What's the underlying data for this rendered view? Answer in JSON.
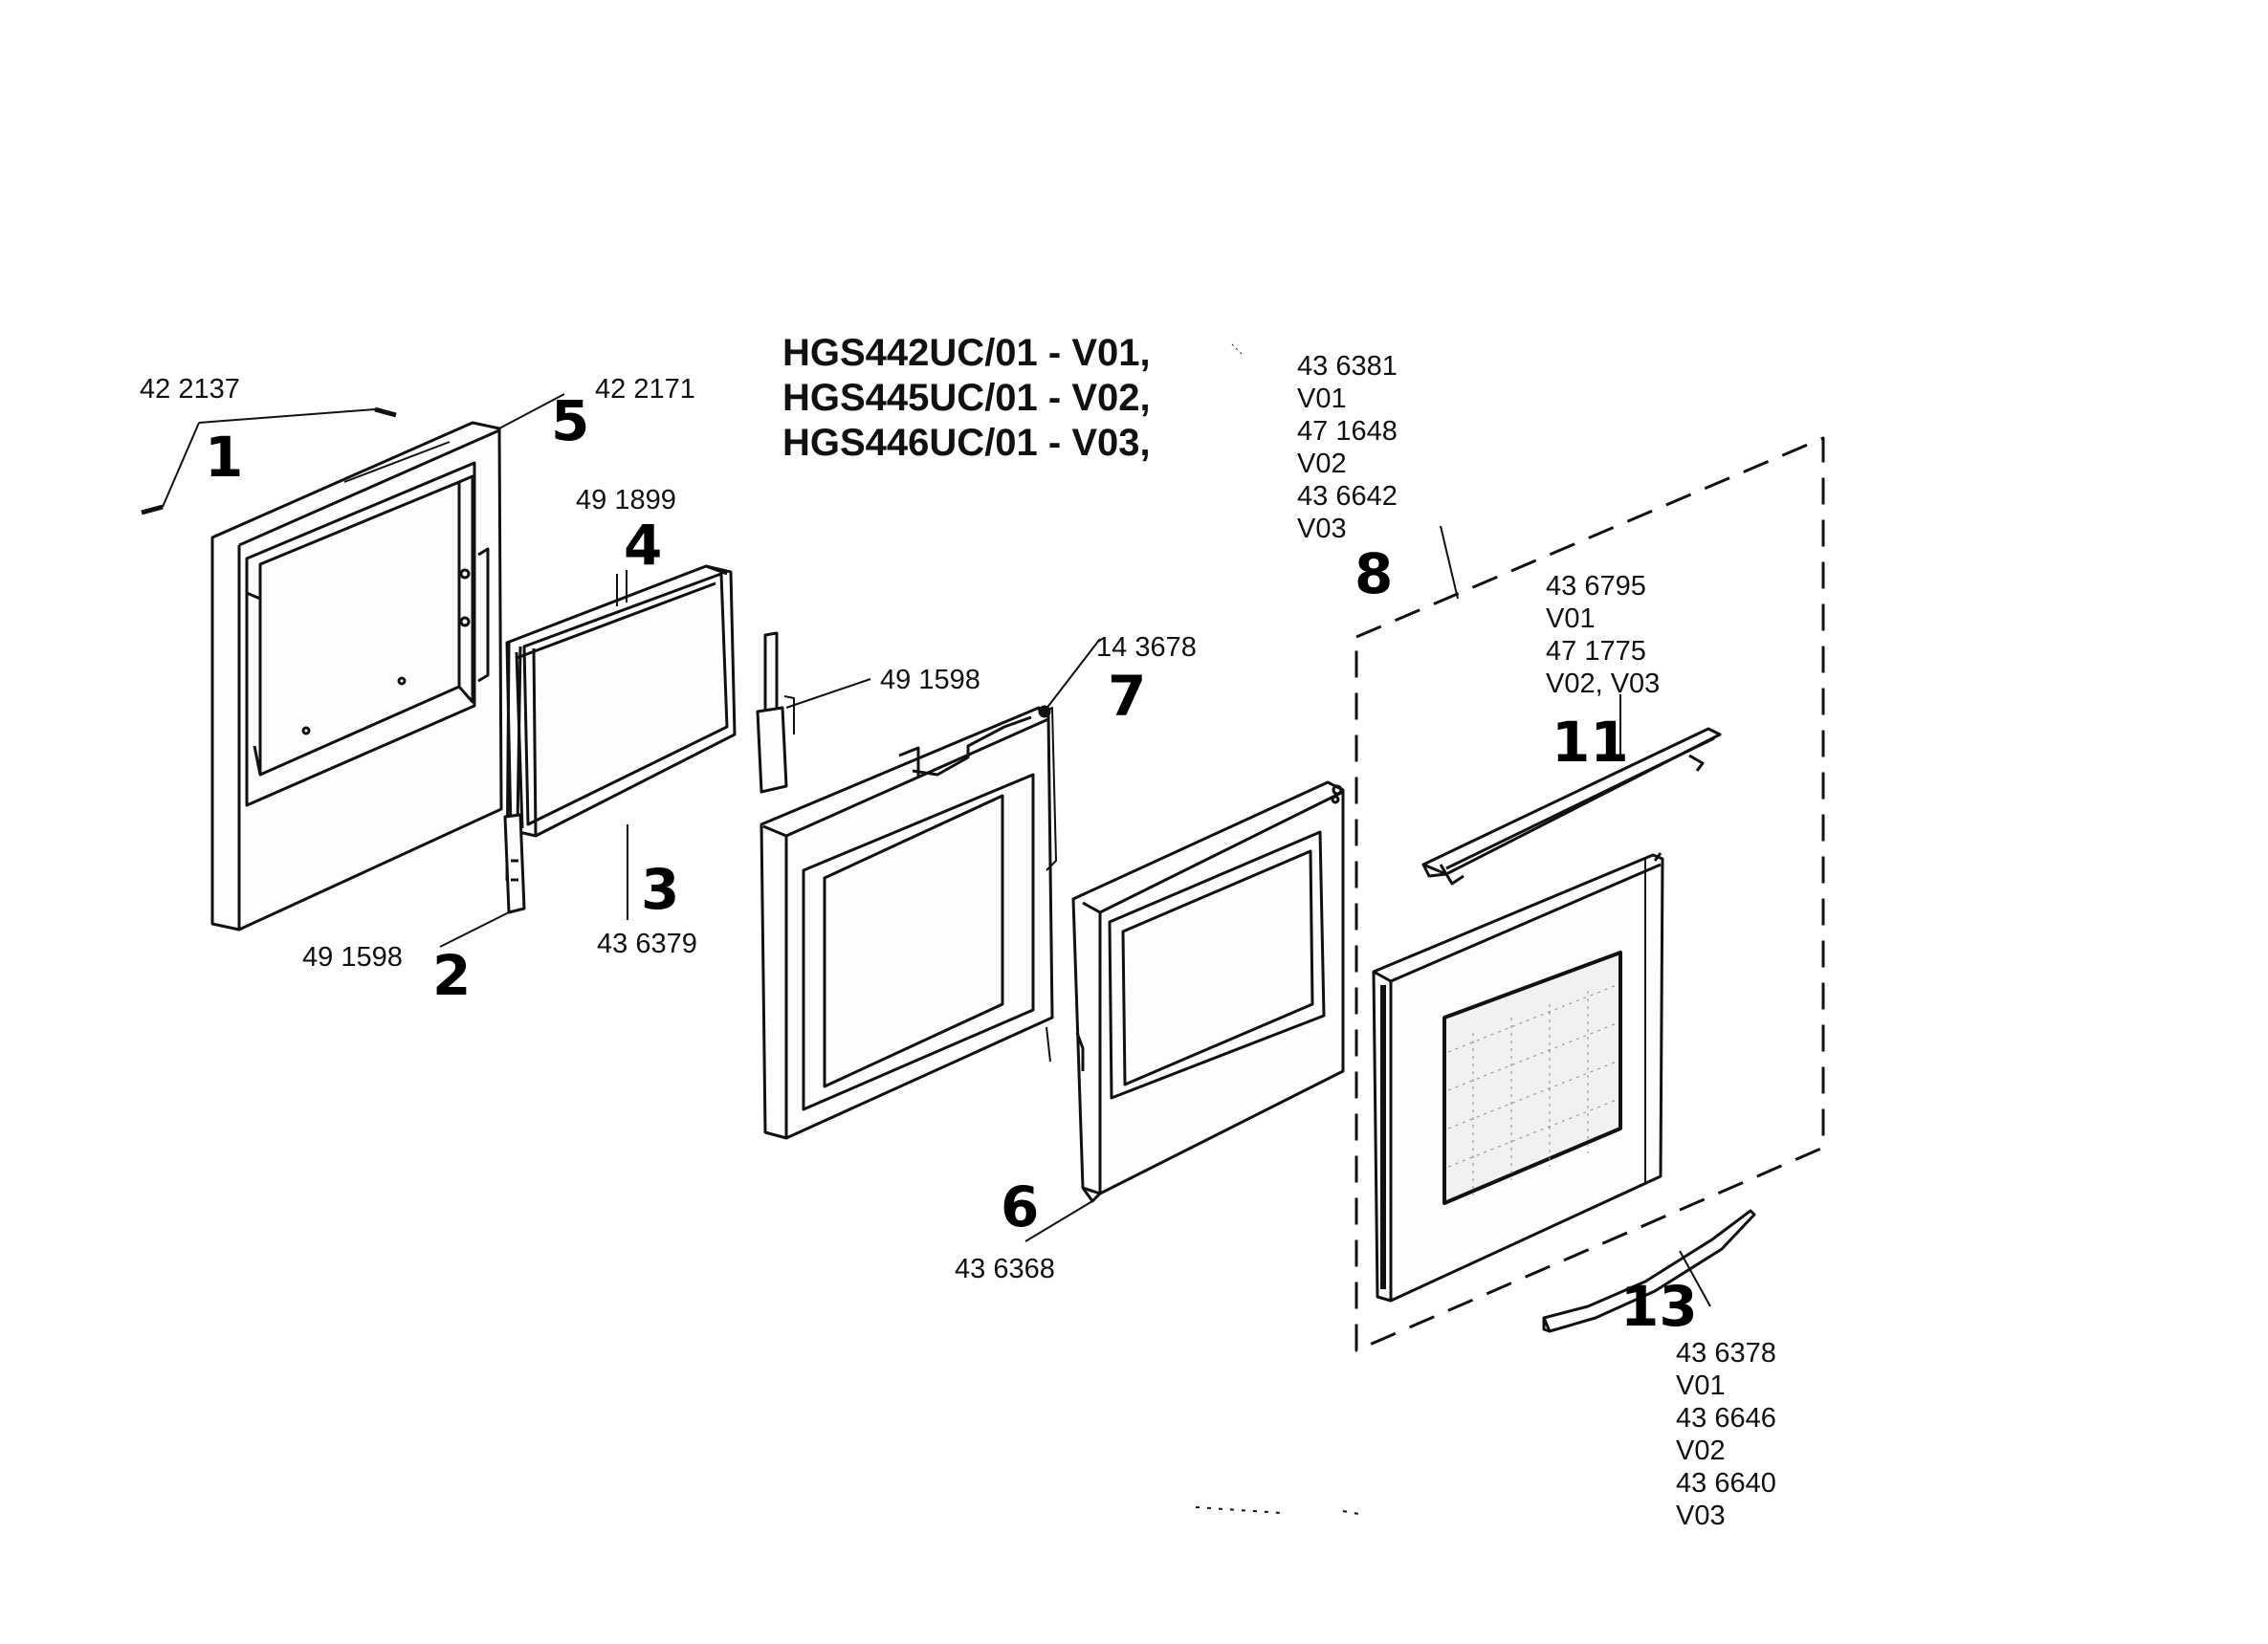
{
  "models": [
    "HGS442UC/01 - V01,",
    "HGS445UC/01 - V02,",
    "HGS446UC/01 - V03,"
  ],
  "parts": {
    "p1": {
      "number": "1",
      "codes": [
        "42 2137"
      ]
    },
    "p2": {
      "number": "2",
      "codes": [
        "49 1598"
      ]
    },
    "p3": {
      "number": "3",
      "codes": [
        "43 6379"
      ]
    },
    "p4": {
      "number": "4",
      "codes": [
        "49 1899"
      ]
    },
    "p5": {
      "number": "5",
      "codes": [
        "42 2171"
      ]
    },
    "p6": {
      "number": "6",
      "codes": [
        "43 6368"
      ]
    },
    "p7": {
      "number": "7",
      "codes": [
        "14 3678"
      ]
    },
    "p8": {
      "number": "8",
      "codes": [
        "43 6381",
        "V01",
        "47 1648",
        "V02",
        "43 6642",
        "V03"
      ]
    },
    "p11": {
      "number": "11",
      "codes": [
        "43 6795",
        "V01",
        "47 1775",
        "V02, V03"
      ]
    },
    "p13": {
      "number": "13",
      "codes": [
        "43 6378",
        "V01",
        "43 6646",
        "V02",
        "43 6640",
        "V03"
      ]
    },
    "rod": {
      "codes": [
        "49 1598"
      ]
    }
  }
}
